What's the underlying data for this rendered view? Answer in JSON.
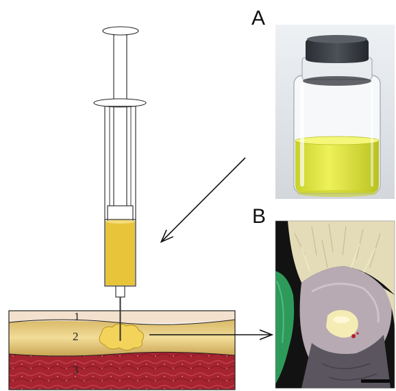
{
  "panels": {
    "a": {
      "label": "A"
    },
    "b": {
      "label": "B"
    }
  },
  "skin_layers": [
    {
      "number": "1"
    },
    {
      "number": "2"
    },
    {
      "number": "3"
    }
  ],
  "colors": {
    "liquid": "#e8c43a",
    "fat_layer": "#e0c57a",
    "muscle_layer": "#a82630",
    "dermis_layer": "#f0dcc8",
    "vial_liquid": "#dfe83a",
    "vial_cap": "#3a3e45",
    "tissue_background": "#1a1a1a",
    "glove": "#2e9a5a"
  }
}
